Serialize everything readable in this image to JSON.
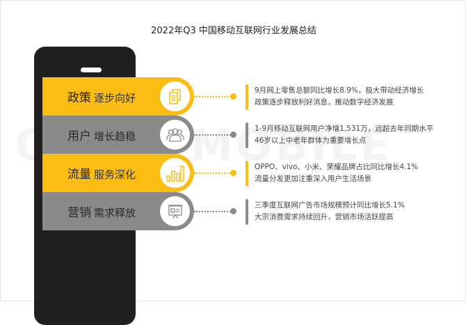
{
  "title": "2022年Q3 中国移动互联网行业发展总结",
  "watermark": "QUESTMOBILE",
  "colors": {
    "yellow": "#fbbc14",
    "gray": "#8a8a8a",
    "phone": "#221f1f"
  },
  "items": [
    {
      "main": "政策",
      "sub": "逐步向好",
      "icon": "documents-icon",
      "color": "yellow",
      "lines": [
        "9月网上零售总额同比增长8.9%，极大带动经济增长",
        "政策逐步释放利好消息，推动数字经济发展"
      ]
    },
    {
      "main": "用户",
      "sub": "增长趋稳",
      "icon": "users-icon",
      "color": "gray",
      "lines": [
        "1-9月移动互联网用户净增1,531万，远超去年同期水平",
        "46岁以上中老年群体为重要增长点"
      ]
    },
    {
      "main": "流量",
      "sub": "服务深化",
      "icon": "bar-chart-icon",
      "color": "yellow",
      "lines": [
        "OPPO、vivo、小米、荣耀品牌占比同比增长4.1%",
        "流量分发更加注重深入用户生活场景"
      ]
    },
    {
      "main": "营销",
      "sub": "需求释放",
      "icon": "presentation-board-icon",
      "color": "gray",
      "lines": [
        "三季度互联网广告市场规模预计同比增长5.1%",
        "大宗消费需求持续回升，营销市场活跃提高"
      ]
    }
  ]
}
